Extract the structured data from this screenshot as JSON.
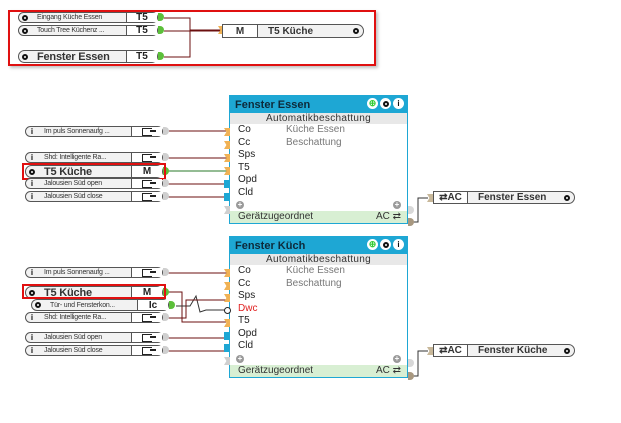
{
  "top_group": {
    "inputs": [
      {
        "label": "Eingang Küche Essen",
        "tag": "T5",
        "icon": "gear-icon"
      },
      {
        "label": "Touch Tree Küchenz ...",
        "tag": "T5",
        "icon": "gear-icon"
      },
      {
        "label": "Fenster Essen",
        "tag": "T5",
        "icon": "gear-icon"
      }
    ],
    "target": {
      "tag": "M",
      "label": "T5 Küche",
      "icon": "gear-icon"
    }
  },
  "blocks": [
    {
      "title": "Fenster Essen",
      "subtitle": "Automatikbeschattung",
      "desc_lines": [
        "Küche Essen",
        "Beschattung"
      ],
      "ports": [
        {
          "name": "Co",
          "color": "orange"
        },
        {
          "name": "Cc",
          "color": "orange"
        },
        {
          "name": "Sps",
          "color": "orange"
        },
        {
          "name": "T5",
          "color": "orange"
        },
        {
          "name": "Opd",
          "color": "blue"
        },
        {
          "name": "Cld",
          "color": "blue"
        }
      ],
      "footer": "Gerätzugeordnet",
      "footer_right": "AC ⇄",
      "inputs": [
        {
          "label": "Im puls  Sonnenaufg ...",
          "tag": "exit",
          "icon": "info-icon"
        },
        {
          "label": "Shd:  Intelligente  Ra...",
          "tag": "exit",
          "icon": "info-icon"
        },
        {
          "label": "T5 Küche",
          "tag": "M",
          "icon": "gear-icon"
        },
        {
          "label": "Jalousien Süd open",
          "tag": "exit",
          "icon": "info-icon"
        },
        {
          "label": "Jalousien Süd close",
          "tag": "exit",
          "icon": "info-icon"
        }
      ],
      "output": {
        "tag": "⇄AC",
        "label": "Fenster Essen"
      }
    },
    {
      "title": "Fenster Küch",
      "subtitle": "Automatikbeschattung",
      "desc_lines": [
        "Küche Essen",
        "Beschattung"
      ],
      "ports": [
        {
          "name": "Co",
          "color": "orange"
        },
        {
          "name": "Cc",
          "color": "orange"
        },
        {
          "name": "Sps",
          "color": "orange"
        },
        {
          "name": "Dwc",
          "color": "red"
        },
        {
          "name": "T5",
          "color": "orange"
        },
        {
          "name": "Opd",
          "color": "blue"
        },
        {
          "name": "Cld",
          "color": "blue"
        }
      ],
      "footer": "Gerätzugeordnet",
      "footer_right": "AC ⇄",
      "inputs": [
        {
          "label": "Im puls  Sonnenaufg ...",
          "tag": "exit",
          "icon": "info-icon"
        },
        {
          "label": "T5 Küche",
          "tag": "M",
          "icon": "gear-icon"
        },
        {
          "label": "Tür-  und  Fensterkon...",
          "tag": "Ic",
          "icon": "gear-icon"
        },
        {
          "label": "Shd:  Intelligente  Ra...",
          "tag": "exit",
          "icon": "info-icon"
        },
        {
          "label": "Jalousien Süd open",
          "tag": "exit",
          "icon": "info-icon"
        },
        {
          "label": "Jalousien Süd close",
          "tag": "exit",
          "icon": "info-icon"
        }
      ],
      "output": {
        "tag": "⇄AC",
        "label": "Fenster Küche"
      }
    }
  ],
  "icons": {
    "info": "i",
    "move": "⊕",
    "plus": "+"
  },
  "colors": {
    "accent": "#1ea7d4",
    "wire": "#6b0f0f",
    "highlight": "#e01010",
    "port_orange": "#f0b255",
    "footer_bg": "#d8efd3",
    "connected": "#5cbf3a"
  }
}
